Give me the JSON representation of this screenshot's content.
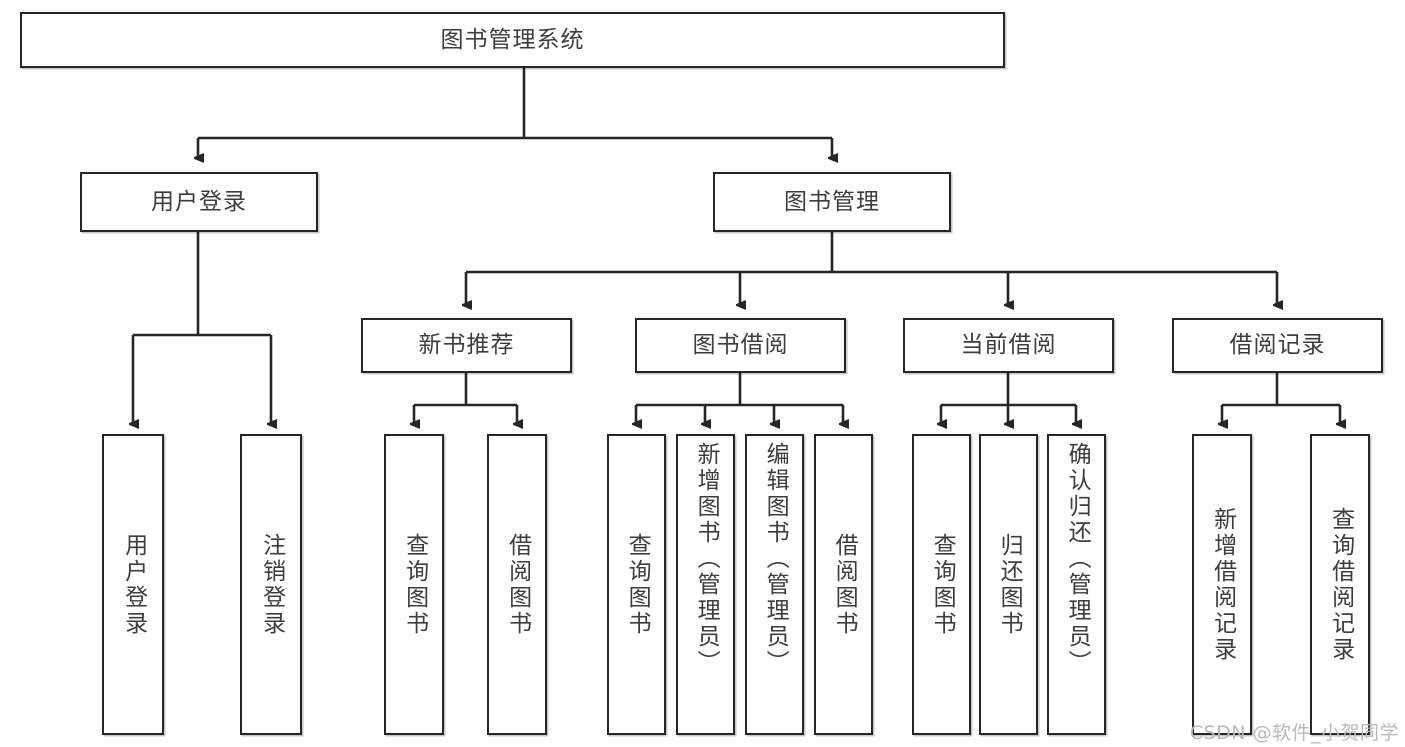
{
  "diagram": {
    "type": "tree-hierarchy",
    "title": "图书管理系统",
    "root": {
      "label": "图书管理系统"
    },
    "level2": [
      {
        "id": "user-login",
        "label": "用户登录"
      },
      {
        "id": "book-manage",
        "label": "图书管理"
      }
    ],
    "level3": [
      {
        "id": "new-book-rec",
        "label": "新书推荐"
      },
      {
        "id": "book-borrow",
        "label": "图书借阅"
      },
      {
        "id": "current-borrow",
        "label": "当前借阅"
      },
      {
        "id": "borrow-record",
        "label": "借阅记录"
      }
    ],
    "leaves": [
      {
        "id": "leaf-user-login",
        "label": "用户登录",
        "parent": "user-login"
      },
      {
        "id": "leaf-logout",
        "label": "注销登录",
        "parent": "user-login"
      },
      {
        "id": "leaf-query-book-1",
        "label": "查询图书",
        "parent": "new-book-rec"
      },
      {
        "id": "leaf-borrow-book-1",
        "label": "借阅图书",
        "parent": "new-book-rec"
      },
      {
        "id": "leaf-query-book-2",
        "label": "查询图书",
        "parent": "book-borrow"
      },
      {
        "id": "leaf-add-book",
        "label": "新增图书（管理员）",
        "parent": "book-borrow"
      },
      {
        "id": "leaf-edit-book",
        "label": "编辑图书（管理员）",
        "parent": "book-borrow"
      },
      {
        "id": "leaf-borrow-book-2",
        "label": "借阅图书",
        "parent": "book-borrow"
      },
      {
        "id": "leaf-query-book-3",
        "label": "查询图书",
        "parent": "current-borrow"
      },
      {
        "id": "leaf-return-book",
        "label": "归还图书",
        "parent": "current-borrow"
      },
      {
        "id": "leaf-confirm-return",
        "label": "确认归还（管理员）",
        "parent": "current-borrow"
      },
      {
        "id": "leaf-add-record",
        "label": "新增借阅记录",
        "parent": "borrow-record"
      },
      {
        "id": "leaf-query-record",
        "label": "查询借阅记录",
        "parent": "borrow-record"
      }
    ],
    "colors": {
      "stroke": "#262626",
      "text": "#3d3d3d",
      "background": "#ffffff",
      "watermark": "#b9b9b9"
    }
  },
  "watermark": {
    "text": "CSDN @软件_小贺同学"
  }
}
